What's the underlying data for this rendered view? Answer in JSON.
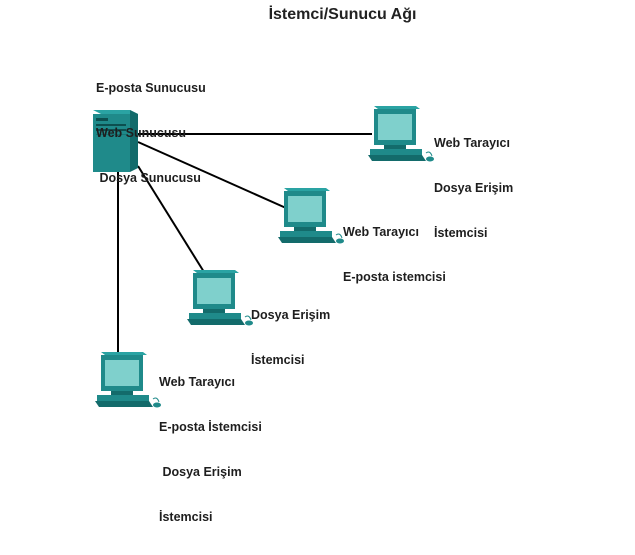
{
  "title": "İstemci/Sunucu Ağı",
  "server": {
    "lines": [
      "E-posta Sunucusu",
      "Web Sunucusu",
      " Dosya Sunucusu"
    ]
  },
  "clients": [
    {
      "lines": [
        "Web Tarayıcı",
        "Dosya Erişim",
        "İstemcisi"
      ]
    },
    {
      "lines": [
        "Web Tarayıcı",
        "E-posta istemcisi"
      ]
    },
    {
      "lines": [
        "Dosya Erişim",
        "İstemcisi"
      ]
    },
    {
      "lines": [
        "Web Tarayıcı",
        "E-posta İstemcisi",
        " Dosya Erişim",
        "İstemcisi"
      ]
    }
  ],
  "colors": {
    "device_body": "#1f8a8a",
    "device_dark": "#136b6b",
    "screen": "#7fd0cc",
    "link": "#000000"
  },
  "icons": {
    "server": "server-tower-icon",
    "client": "desktop-computer-icon"
  }
}
